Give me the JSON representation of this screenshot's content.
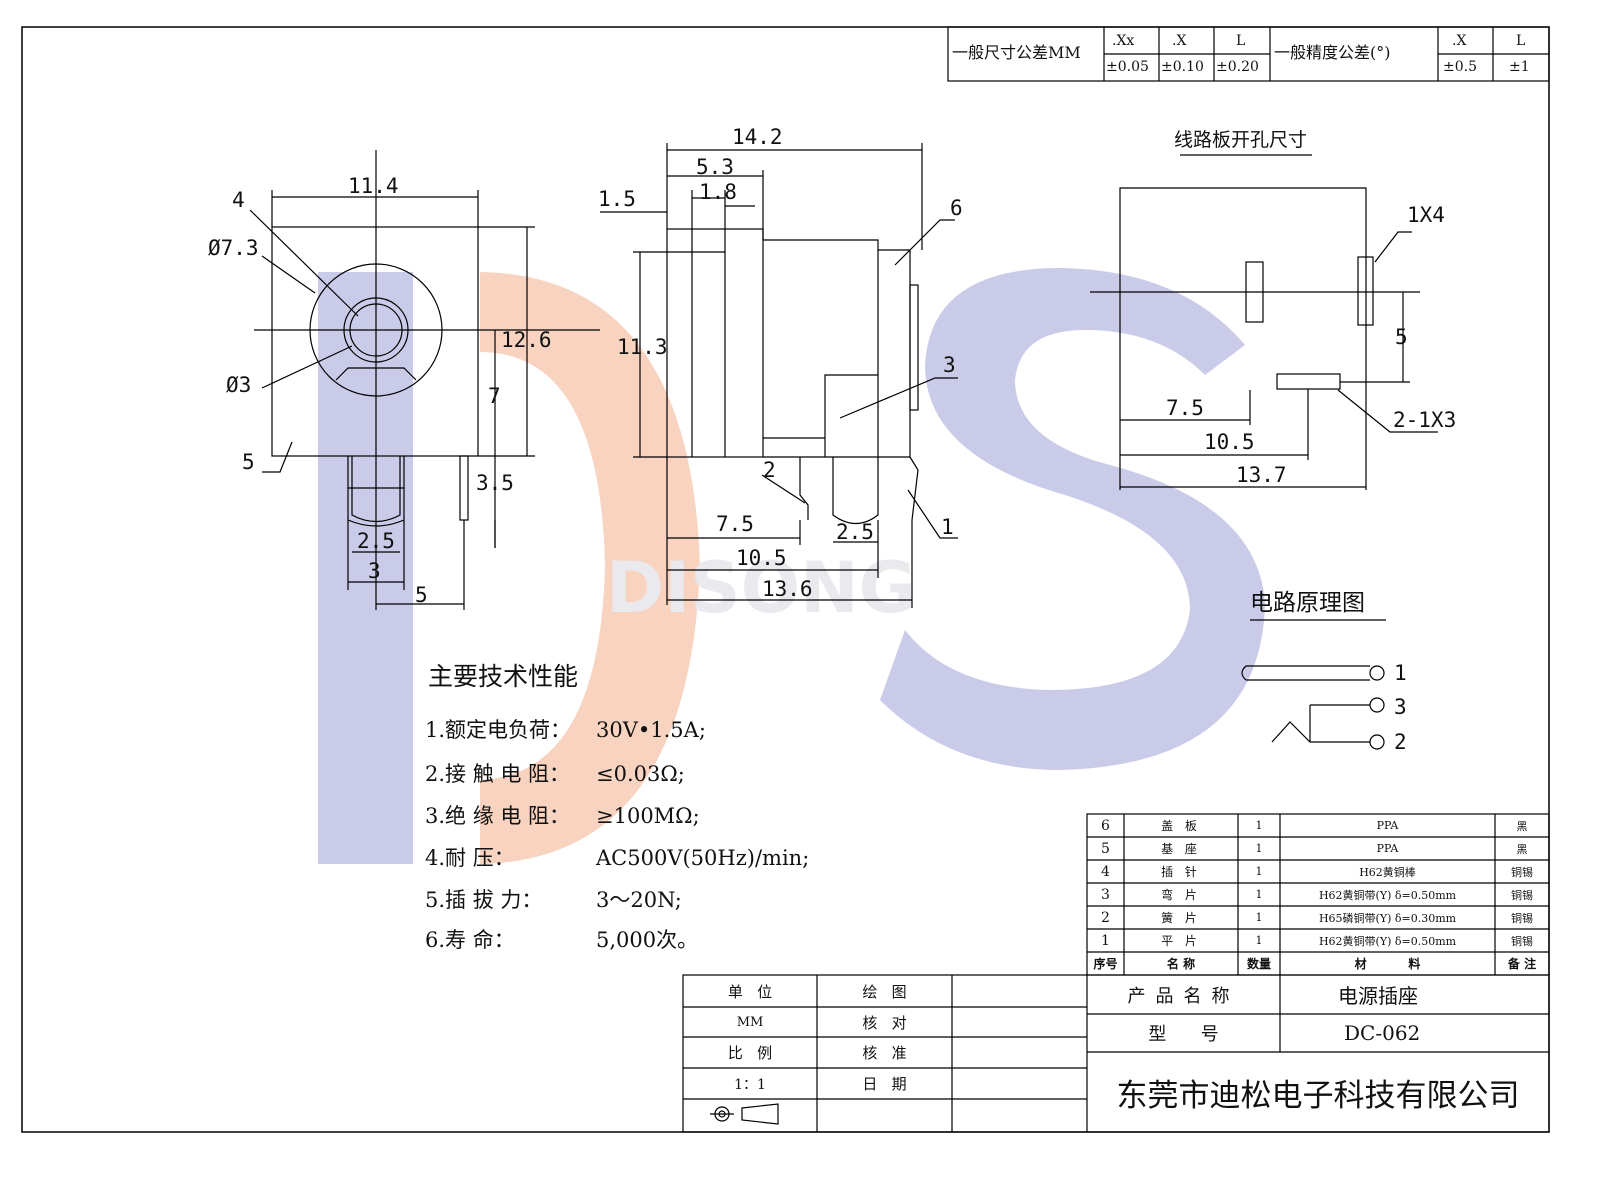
{
  "tolerance": {
    "size_label": "一般尺寸公差MM",
    "size_cols": [
      {
        "h": ".Xx",
        "v": "±0.05"
      },
      {
        "h": ".X",
        "v": "±0.10"
      },
      {
        "h": "L",
        "v": "±0.20"
      }
    ],
    "angle_label": "一般精度公差(°)",
    "angle_cols": [
      {
        "h": ".X",
        "v": "±0.5"
      },
      {
        "h": "L",
        "v": "±1"
      }
    ]
  },
  "watermark": {
    "text": "DISONG",
    "colors": {
      "blue": "#c9cbe8",
      "orange": "#f7d3c0"
    }
  },
  "front_view": {
    "dims": {
      "w": "11.4",
      "outer_dia": "Ø7.3",
      "inner_dia": "Ø3",
      "h": "12.6",
      "center": "7",
      "pin": "3.5",
      "pin_w": "2.5",
      "pin_span": "3",
      "pin_offset": "5"
    },
    "callouts": {
      "c4": "4",
      "c5": "5"
    }
  },
  "side_view": {
    "dims": {
      "total": "14.2",
      "front": "5.3",
      "d18": "1.8",
      "d15": "1.5",
      "h": "11.3",
      "p1": "7.5",
      "p2": "10.5",
      "p3": "13.6",
      "pin": "2.5"
    },
    "callouts": {
      "c6": "6",
      "c3": "3",
      "c2": "2",
      "c1": "1"
    }
  },
  "pcb": {
    "title": "线路板开孔尺寸",
    "dims": {
      "slot_top": "1X4",
      "gap": "5",
      "slot_bottom": "2-1X3",
      "d1": "7.5",
      "d2": "10.5",
      "d3": "13.7"
    }
  },
  "circuit": {
    "title": "电路原理图",
    "pins": [
      "1",
      "3",
      "2"
    ]
  },
  "specs": {
    "title": "主要技术性能",
    "items": [
      {
        "label": "1.额定电负荷：",
        "value": "30V•1.5A;"
      },
      {
        "label": "2.接 触 电 阻：",
        "value": "≤0.03Ω;"
      },
      {
        "label": "3.绝 缘 电 阻：",
        "value": "≥100MΩ;"
      },
      {
        "label": "4.耐          压：",
        "value": "AC500V(50Hz)/min;"
      },
      {
        "label": "5.插    拔    力：",
        "value": "3～20N;"
      },
      {
        "label": "6.寿          命：",
        "value": "5,000次。"
      }
    ]
  },
  "bom": {
    "rows": [
      {
        "no": "6",
        "name": "盖  板",
        "qty": "1",
        "material": "PPA",
        "finish": "黑"
      },
      {
        "no": "5",
        "name": "基  座",
        "qty": "1",
        "material": "PPA",
        "finish": "黑"
      },
      {
        "no": "4",
        "name": "插  针",
        "qty": "1",
        "material": "H62黄铜棒",
        "finish": "铜锡"
      },
      {
        "no": "3",
        "name": "弯  片",
        "qty": "1",
        "material": "H62黄铜带(Y) δ=0.50mm",
        "finish": "铜锡"
      },
      {
        "no": "2",
        "name": "簧  片",
        "qty": "1",
        "material": "H65磷铜带(Y) δ=0.30mm",
        "finish": "铜锡"
      },
      {
        "no": "1",
        "name": "平  片",
        "qty": "1",
        "material": "H62黄铜带(Y) δ=0.50mm",
        "finish": "铜锡"
      }
    ],
    "header": {
      "no": "序号",
      "name": "名 称",
      "qty": "数量",
      "material": "材          料",
      "finish": "备 注"
    }
  },
  "title_block": {
    "unit_label": "单   位",
    "unit_value": "MM",
    "scale_label": "比   例",
    "scale_value": "1：1",
    "draw_label": "绘   图",
    "check_label": "核   对",
    "approve_label": "核   准",
    "date_label": "日   期",
    "product_name_label": "产品名称",
    "product_name": "电源插座",
    "model_label": "型      号",
    "model": "DC-062",
    "company": "东莞市迪松电子科技有限公司"
  }
}
